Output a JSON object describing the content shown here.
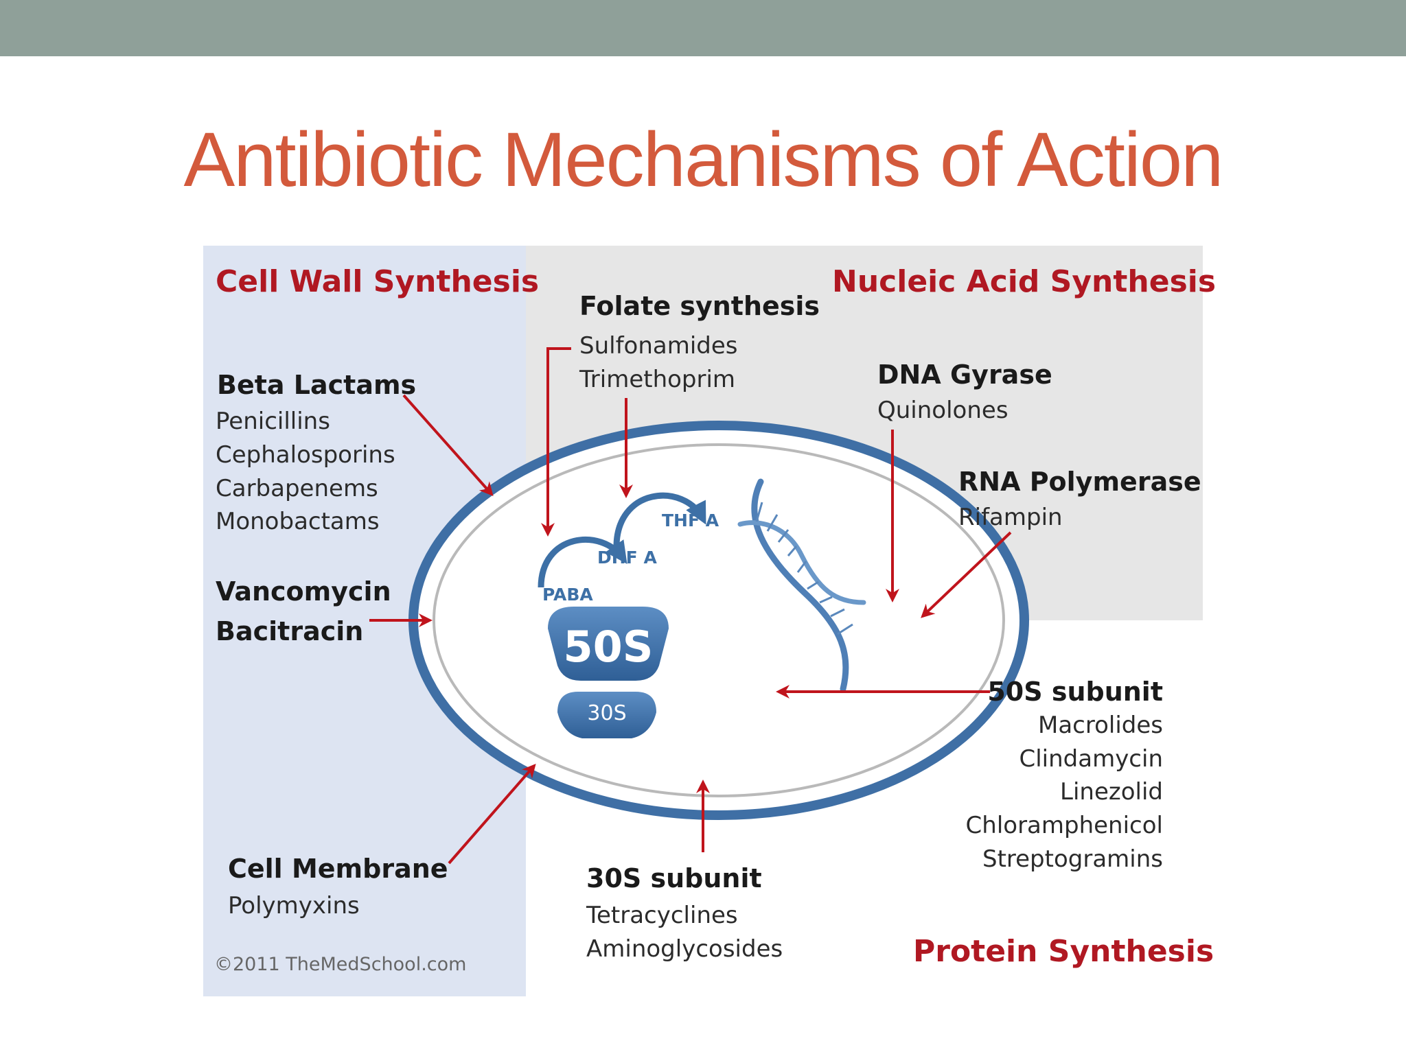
{
  "slide": {
    "title": "Antibiotic Mechanisms of Action"
  },
  "colors": {
    "title": "#d35a3c",
    "header_bar": "#8fa099",
    "section_headings": "#b01822",
    "arrows": "#c0141c",
    "cell_envelope": "#3f6fa5",
    "cell_wall_panel": "#dde4f2",
    "nucleic_acid_panel": "#e6e6e6"
  },
  "diagram": {
    "cell_wall": {
      "heading": "Cell Wall Synthesis",
      "beta_lactams": {
        "heading": "Beta Lactams",
        "drugs": [
          "Penicillins",
          "Cephalosporins",
          "Carbapenems",
          "Monobactams"
        ]
      },
      "vancomycin": "Vancomycin",
      "bacitracin": "Bacitracin"
    },
    "cell_membrane": {
      "heading": "Cell Membrane",
      "drugs": [
        "Polymyxins"
      ]
    },
    "folate": {
      "heading": "Folate synthesis",
      "drugs": [
        "Sulfonamides",
        "Trimethoprim"
      ],
      "molecules": [
        "PABA",
        "DHF A",
        "THF A"
      ]
    },
    "nucleic_acid": {
      "heading": "Nucleic Acid Synthesis",
      "dna_gyrase": {
        "heading": "DNA Gyrase",
        "drugs": [
          "Quinolones"
        ]
      },
      "rna_polymerase": {
        "heading": "RNA Polymerase",
        "drugs": [
          "Rifampin"
        ]
      }
    },
    "ribosome": {
      "large_label": "50S",
      "small_label": "30S"
    },
    "subunit_50s": {
      "heading": "50S subunit",
      "drugs": [
        "Macrolides",
        "Clindamycin",
        "Linezolid",
        "Chloramphenicol",
        "Streptogramins"
      ]
    },
    "subunit_30s": {
      "heading": "30S subunit",
      "drugs": [
        "Tetracyclines",
        "Aminoglycosides"
      ]
    },
    "protein_synthesis": {
      "heading": "Protein Synthesis"
    },
    "copyright": "©2011 TheMedSchool.com"
  }
}
